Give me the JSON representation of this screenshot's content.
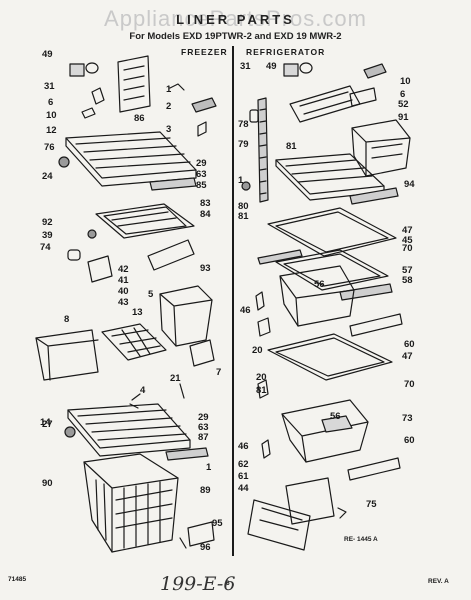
{
  "watermark": "AppliancePartsPros.com",
  "title": "LINER PARTS",
  "subtitle": "For Models EXD 19PTWR-2 and EXD 19 MWR-2",
  "sections": {
    "freezer": "FREEZER",
    "refrigerator": "REFRIGERATOR"
  },
  "footer": {
    "ref": "71485",
    "page": "6",
    "rev": "REV. A",
    "drawing_code": "RE- 1445 A"
  },
  "handwritten": "199-E-6",
  "part_labels": [
    "49",
    "31",
    "6",
    "10",
    "12",
    "76",
    "24",
    "86",
    "1",
    "2",
    "3",
    "29",
    "63",
    "85",
    "83",
    "84",
    "92",
    "39",
    "74",
    "42",
    "41",
    "40",
    "43",
    "93",
    "5",
    "13",
    "8",
    "7",
    "4",
    "21",
    "14",
    "27",
    "29",
    "63",
    "87",
    "1",
    "89",
    "90",
    "95",
    "96",
    "31",
    "49",
    "10",
    "6",
    "52",
    "91",
    "78",
    "79",
    "81",
    "1",
    "80",
    "81",
    "94",
    "45",
    "47",
    "70",
    "57",
    "58",
    "56",
    "46",
    "20",
    "60",
    "47",
    "70",
    "20",
    "81",
    "73",
    "56",
    "46",
    "62",
    "61",
    "44",
    "60",
    "75"
  ]
}
